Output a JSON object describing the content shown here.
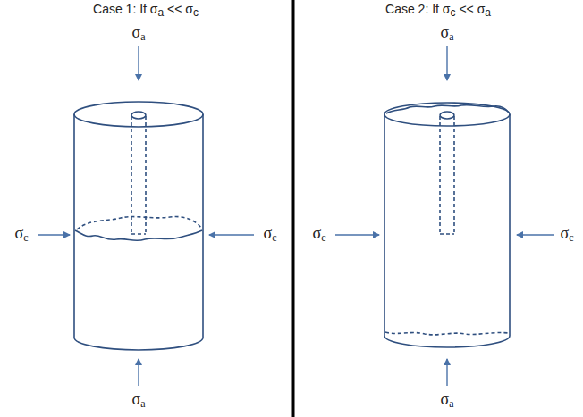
{
  "diagram": {
    "labels": [
      "Case 1: If σa << σc",
      "σa",
      "σc",
      "σc",
      "σa",
      "Case 2: If σc << σa",
      "σa",
      "σc",
      "σc",
      "σa"
    ]
  }
}
